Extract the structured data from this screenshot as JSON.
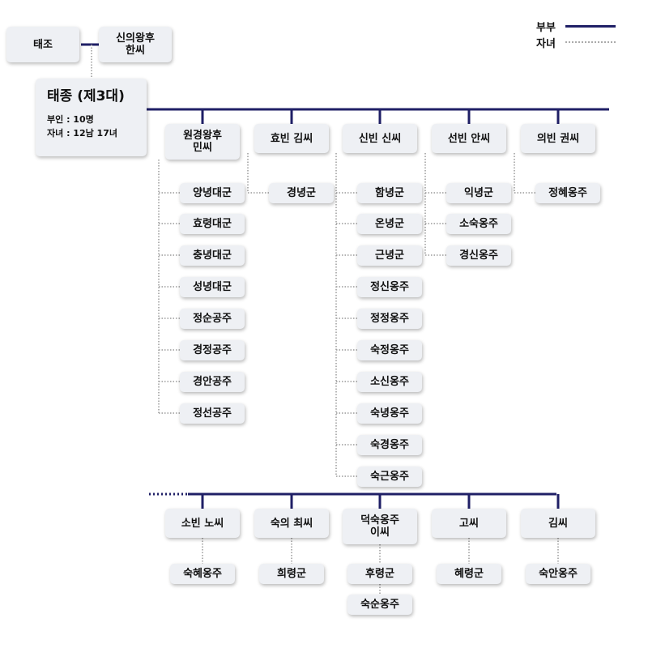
{
  "legend": {
    "spouse": "부부",
    "child": "자녀"
  },
  "colors": {
    "spouse_line": "#1f1f66",
    "child_line": "#9a9a9a",
    "box_bg": "#eef0f4"
  },
  "parents": {
    "father": "태조",
    "mother_line1": "신의왕후",
    "mother_line2": "한씨"
  },
  "king": {
    "title": "태종 (제3대)",
    "wives": "부인 : 10명",
    "children": "자녀 : 12남 17녀"
  },
  "consorts": [
    {
      "name": [
        "원경왕후",
        "민씨"
      ],
      "children": [
        "양녕대군",
        "효령대군",
        "충녕대군",
        "성녕대군",
        "정순공주",
        "경정공주",
        "경안공주",
        "정선공주"
      ]
    },
    {
      "name": [
        "효빈 김씨"
      ],
      "children": [
        "경녕군"
      ]
    },
    {
      "name": [
        "신빈 신씨"
      ],
      "children": [
        "함녕군",
        "온녕군",
        "근녕군",
        "정신옹주",
        "정정옹주",
        "숙정옹주",
        "소신옹주",
        "숙녕옹주",
        "숙경옹주",
        "숙근옹주"
      ]
    },
    {
      "name": [
        "선빈 안씨"
      ],
      "children": [
        "익녕군",
        "소숙옹주",
        "경신옹주"
      ]
    },
    {
      "name": [
        "의빈 권씨"
      ],
      "children": [
        "정혜옹주"
      ]
    },
    {
      "name": [
        "소빈 노씨"
      ],
      "children": [
        "숙혜옹주"
      ]
    },
    {
      "name": [
        "숙의 최씨"
      ],
      "children": [
        "희령군"
      ]
    },
    {
      "name": [
        "덕숙옹주",
        "이씨"
      ],
      "children": [
        "후령군",
        "숙순옹주"
      ]
    },
    {
      "name": [
        "고씨"
      ],
      "children": [
        "혜령군"
      ]
    },
    {
      "name": [
        "김씨"
      ],
      "children": [
        "숙안옹주"
      ]
    }
  ]
}
